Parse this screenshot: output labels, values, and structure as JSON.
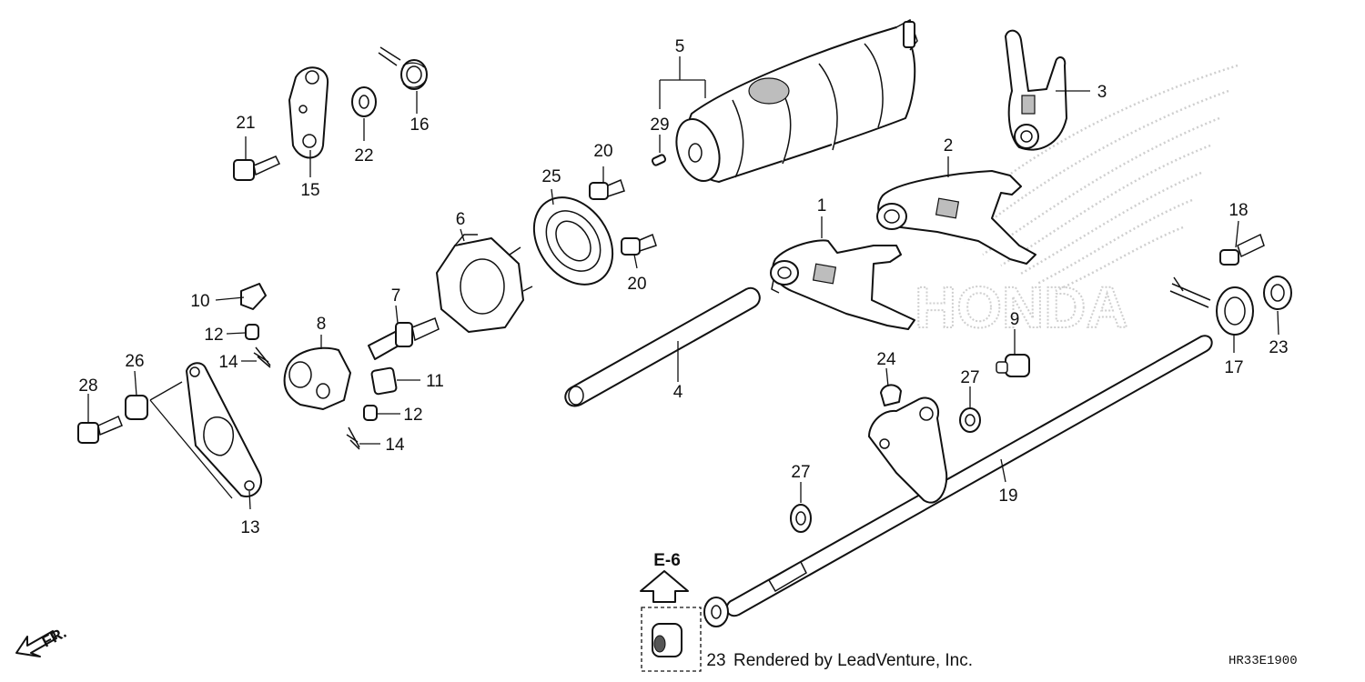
{
  "diagram": {
    "callouts": [
      {
        "id": "c1",
        "text": "1"
      },
      {
        "id": "c2",
        "text": "2"
      },
      {
        "id": "c3",
        "text": "3"
      },
      {
        "id": "c4",
        "text": "4"
      },
      {
        "id": "c5",
        "text": "5"
      },
      {
        "id": "c6",
        "text": "6"
      },
      {
        "id": "c7",
        "text": "7"
      },
      {
        "id": "c8",
        "text": "8"
      },
      {
        "id": "c9",
        "text": "9"
      },
      {
        "id": "c10",
        "text": "10"
      },
      {
        "id": "c11",
        "text": "11"
      },
      {
        "id": "c12a",
        "text": "12"
      },
      {
        "id": "c12b",
        "text": "12"
      },
      {
        "id": "c13",
        "text": "13"
      },
      {
        "id": "c14a",
        "text": "14"
      },
      {
        "id": "c14b",
        "text": "14"
      },
      {
        "id": "c15",
        "text": "15"
      },
      {
        "id": "c16",
        "text": "16"
      },
      {
        "id": "c17",
        "text": "17"
      },
      {
        "id": "c18",
        "text": "18"
      },
      {
        "id": "c19",
        "text": "19"
      },
      {
        "id": "c20a",
        "text": "20"
      },
      {
        "id": "c20b",
        "text": "20"
      },
      {
        "id": "c21",
        "text": "21"
      },
      {
        "id": "c22",
        "text": "22"
      },
      {
        "id": "c23a",
        "text": "23"
      },
      {
        "id": "c23b",
        "text": "23"
      },
      {
        "id": "c24",
        "text": "24"
      },
      {
        "id": "c25",
        "text": "25"
      },
      {
        "id": "c26",
        "text": "26"
      },
      {
        "id": "c27a",
        "text": "27"
      },
      {
        "id": "c27b",
        "text": "27"
      },
      {
        "id": "c28",
        "text": "28"
      },
      {
        "id": "c29",
        "text": "29"
      }
    ],
    "reference_label": "E-6",
    "direction_label": "FR.",
    "credit": "Rendered by LeadVenture, Inc.",
    "diagram_code": "HR33E1900",
    "watermark": "HONDA"
  },
  "colors": {
    "line": "#111111",
    "watermark": "#cfcfcf",
    "background": "#ffffff"
  }
}
